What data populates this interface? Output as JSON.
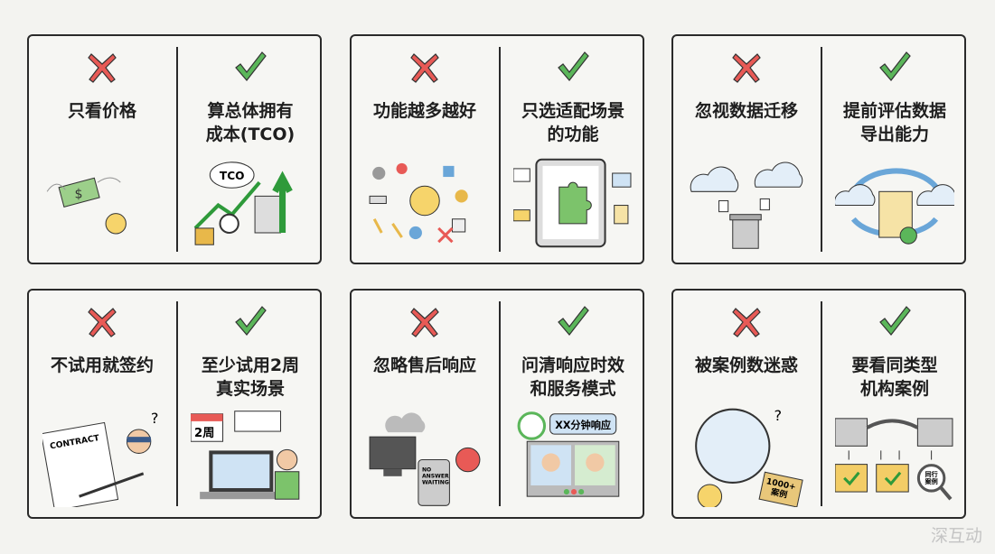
{
  "colors": {
    "wrong": "#e85a56",
    "right": "#5bb65a",
    "border": "#2a2a2a",
    "background": "#f3f3f0"
  },
  "cards": [
    {
      "wrong": {
        "icon": "cross-icon",
        "label": "只看价格"
      },
      "right": {
        "icon": "check-icon",
        "label": "算总体拥有\n成本(TCO)",
        "illus_text": "TCO"
      }
    },
    {
      "wrong": {
        "icon": "cross-icon",
        "label": "功能越多越好"
      },
      "right": {
        "icon": "check-icon",
        "label": "只选适配场景\n的功能"
      }
    },
    {
      "wrong": {
        "icon": "cross-icon",
        "label": "忽视数据迁移"
      },
      "right": {
        "icon": "check-icon",
        "label": "提前评估数据\n导出能力"
      }
    },
    {
      "wrong": {
        "icon": "cross-icon",
        "label": "不试用就签约",
        "illus_text": "CONTRACT"
      },
      "right": {
        "icon": "check-icon",
        "label": "至少试用2周\n真实场景",
        "illus_text": "2周"
      }
    },
    {
      "wrong": {
        "icon": "cross-icon",
        "label": "忽略售后响应",
        "illus_text": "NO\nANSWER\nWAITING"
      },
      "right": {
        "icon": "check-icon",
        "label": "问清响应时效\n和服务模式",
        "illus_text": "XX分钟响应"
      }
    },
    {
      "wrong": {
        "icon": "cross-icon",
        "label": "被案例数迷惑",
        "illus_text": "1000+\n案例"
      },
      "right": {
        "icon": "check-icon",
        "label": "要看同类型\n机构案例",
        "illus_text": "同行\n案例"
      }
    }
  ],
  "watermark": "深互动"
}
